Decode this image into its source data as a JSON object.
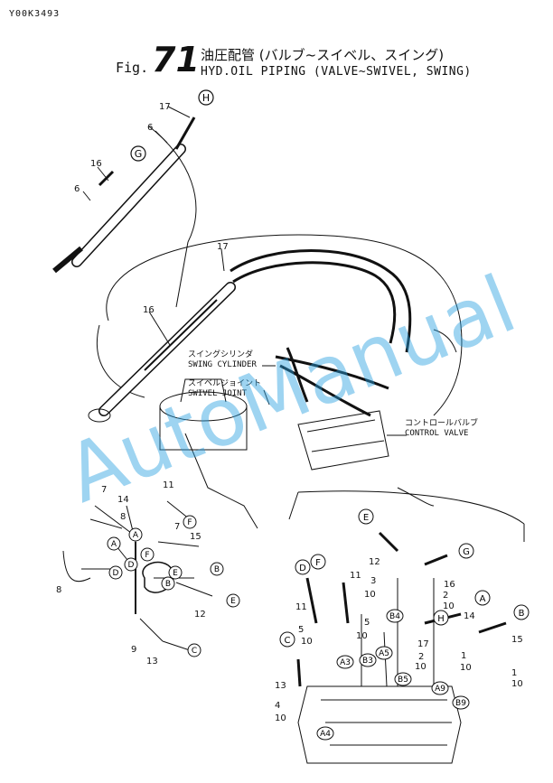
{
  "header": {
    "doc_id": "Y00K3493",
    "fig_prefix": "Fig.",
    "fig_number": "71",
    "title_jp": "油圧配管 (バルブ~スイベル、スイング)",
    "title_en": "HYD.OIL PIPING (VALVE~SWIVEL, SWING)"
  },
  "callouts": {
    "swing_cylinder_jp": "スイングシリンダ",
    "swing_cylinder_en": "SWING CYLINDER",
    "swivel_joint_jp": "スイベルジョイント",
    "swivel_joint_en": "SWIVEL JOINT",
    "control_valve_jp": "コントロールバルブ",
    "control_valve_en": "CONTROL VALVE"
  },
  "watermark": "AutoManual",
  "part_numbers": {
    "top": [
      "17",
      "6",
      "16",
      "6"
    ],
    "main": [
      "17",
      "16"
    ],
    "left": [
      "7",
      "14",
      "8",
      "11",
      "7",
      "15",
      "8",
      "12",
      "9",
      "13"
    ],
    "right": [
      "12",
      "11",
      "11",
      "16",
      "3",
      "10",
      "2",
      "10",
      "5",
      "10",
      "5",
      "10",
      "14",
      "17",
      "2",
      "1",
      "10",
      "10",
      "15",
      "13",
      "1",
      "10",
      "4",
      "10"
    ]
  },
  "circle_labels": {
    "top": [
      "H",
      "G"
    ],
    "left": [
      "F",
      "A",
      "B",
      "D",
      "E",
      "C",
      "A",
      "F",
      "B",
      "D",
      "E"
    ],
    "right": [
      "E",
      "G",
      "D",
      "F",
      "A",
      "H",
      "B",
      "C"
    ]
  },
  "port_labels": [
    "B4",
    "A5",
    "B3",
    "A3",
    "B5",
    "A9",
    "B9",
    "A4"
  ],
  "colors": {
    "ink": "#111111",
    "watermark": "#28a0e1"
  }
}
